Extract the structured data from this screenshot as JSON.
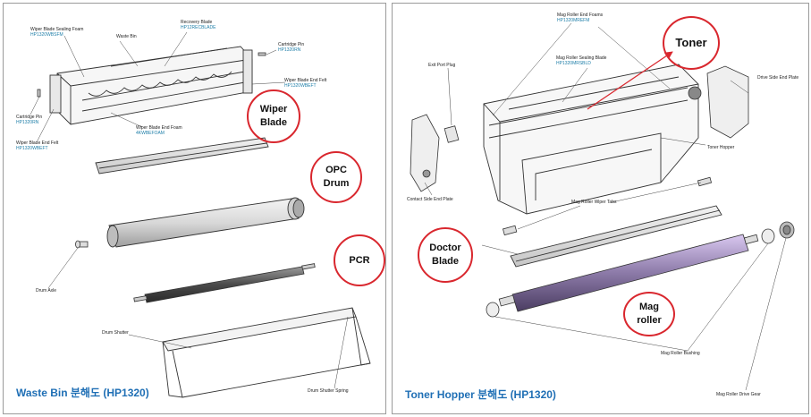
{
  "left_panel": {
    "caption": "Waste Bin 분해도 (HP1320)",
    "callouts": {
      "wiper_blade": [
        "Wiper",
        "Blade"
      ],
      "opc_drum": [
        "OPC",
        "Drum"
      ],
      "pcr": [
        "PCR"
      ]
    },
    "labels": {
      "sealing_foam": {
        "name": "Wiper Blade Sealing Foam",
        "pn": "HP1320WBSFM"
      },
      "waste_bin": {
        "name": "Waste Bin"
      },
      "recovery_blade": {
        "name": "Recovery Blade",
        "pn": "HP12RECBLADE"
      },
      "cartridge_pin_tr": {
        "name": "Cartridge Pin",
        "pn": "HP1320RN"
      },
      "wiper_end_felt_r": {
        "name": "Wiper Blade End Felt",
        "pn": "HP1320WBEFT"
      },
      "cartridge_pin_l": {
        "name": "Cartridge Pin",
        "pn": "HP1320RN"
      },
      "wiper_end_felt_l": {
        "name": "Wiper Blade End Felt",
        "pn": "HP1320WBEFT"
      },
      "wiper_end_foam": {
        "name": "Wiper Blade End Foam",
        "pn": "4KWBEFOAM"
      },
      "drum_axle": {
        "name": "Drum Axle"
      },
      "drum_shutter": {
        "name": "Drum Shutter"
      },
      "drum_shutter_spring": {
        "name": "Drum Shutter Spring"
      }
    }
  },
  "right_panel": {
    "caption": "Toner Hopper 분해도 (HP1320)",
    "callouts": {
      "toner": [
        "Toner"
      ],
      "doctor_blade": [
        "Doctor",
        "Blade"
      ],
      "mag_roller": [
        "Mag",
        "roller"
      ]
    },
    "labels": {
      "mag_end_foams": {
        "name": "Mag Roller End Foams",
        "pn": "HP1320MREFM"
      },
      "mag_sealing_blade": {
        "name": "Mag Roller Sealing Blade",
        "pn": "HP1320MRSBLD"
      },
      "exit_port_plug": {
        "name": "Exit Port Plug"
      },
      "drive_side_end_plate": {
        "name": "Drive Side End Plate"
      },
      "toner_hopper": {
        "name": "Toner Hopper"
      },
      "contact_side_end_plate": {
        "name": "Contact Side End Plate"
      },
      "mag_wiper_tabs": {
        "name": "Mag Roller Wiper Tabs"
      },
      "mag_bushing": {
        "name": "Mag Roller Bushing"
      },
      "mag_drive_gear": {
        "name": "Mag Roller Drive Gear"
      }
    }
  },
  "colors": {
    "callout": "#d9272e",
    "caption": "#1f6fb5",
    "part_number": "#1e7ea8",
    "arrow": "#d9272e"
  }
}
